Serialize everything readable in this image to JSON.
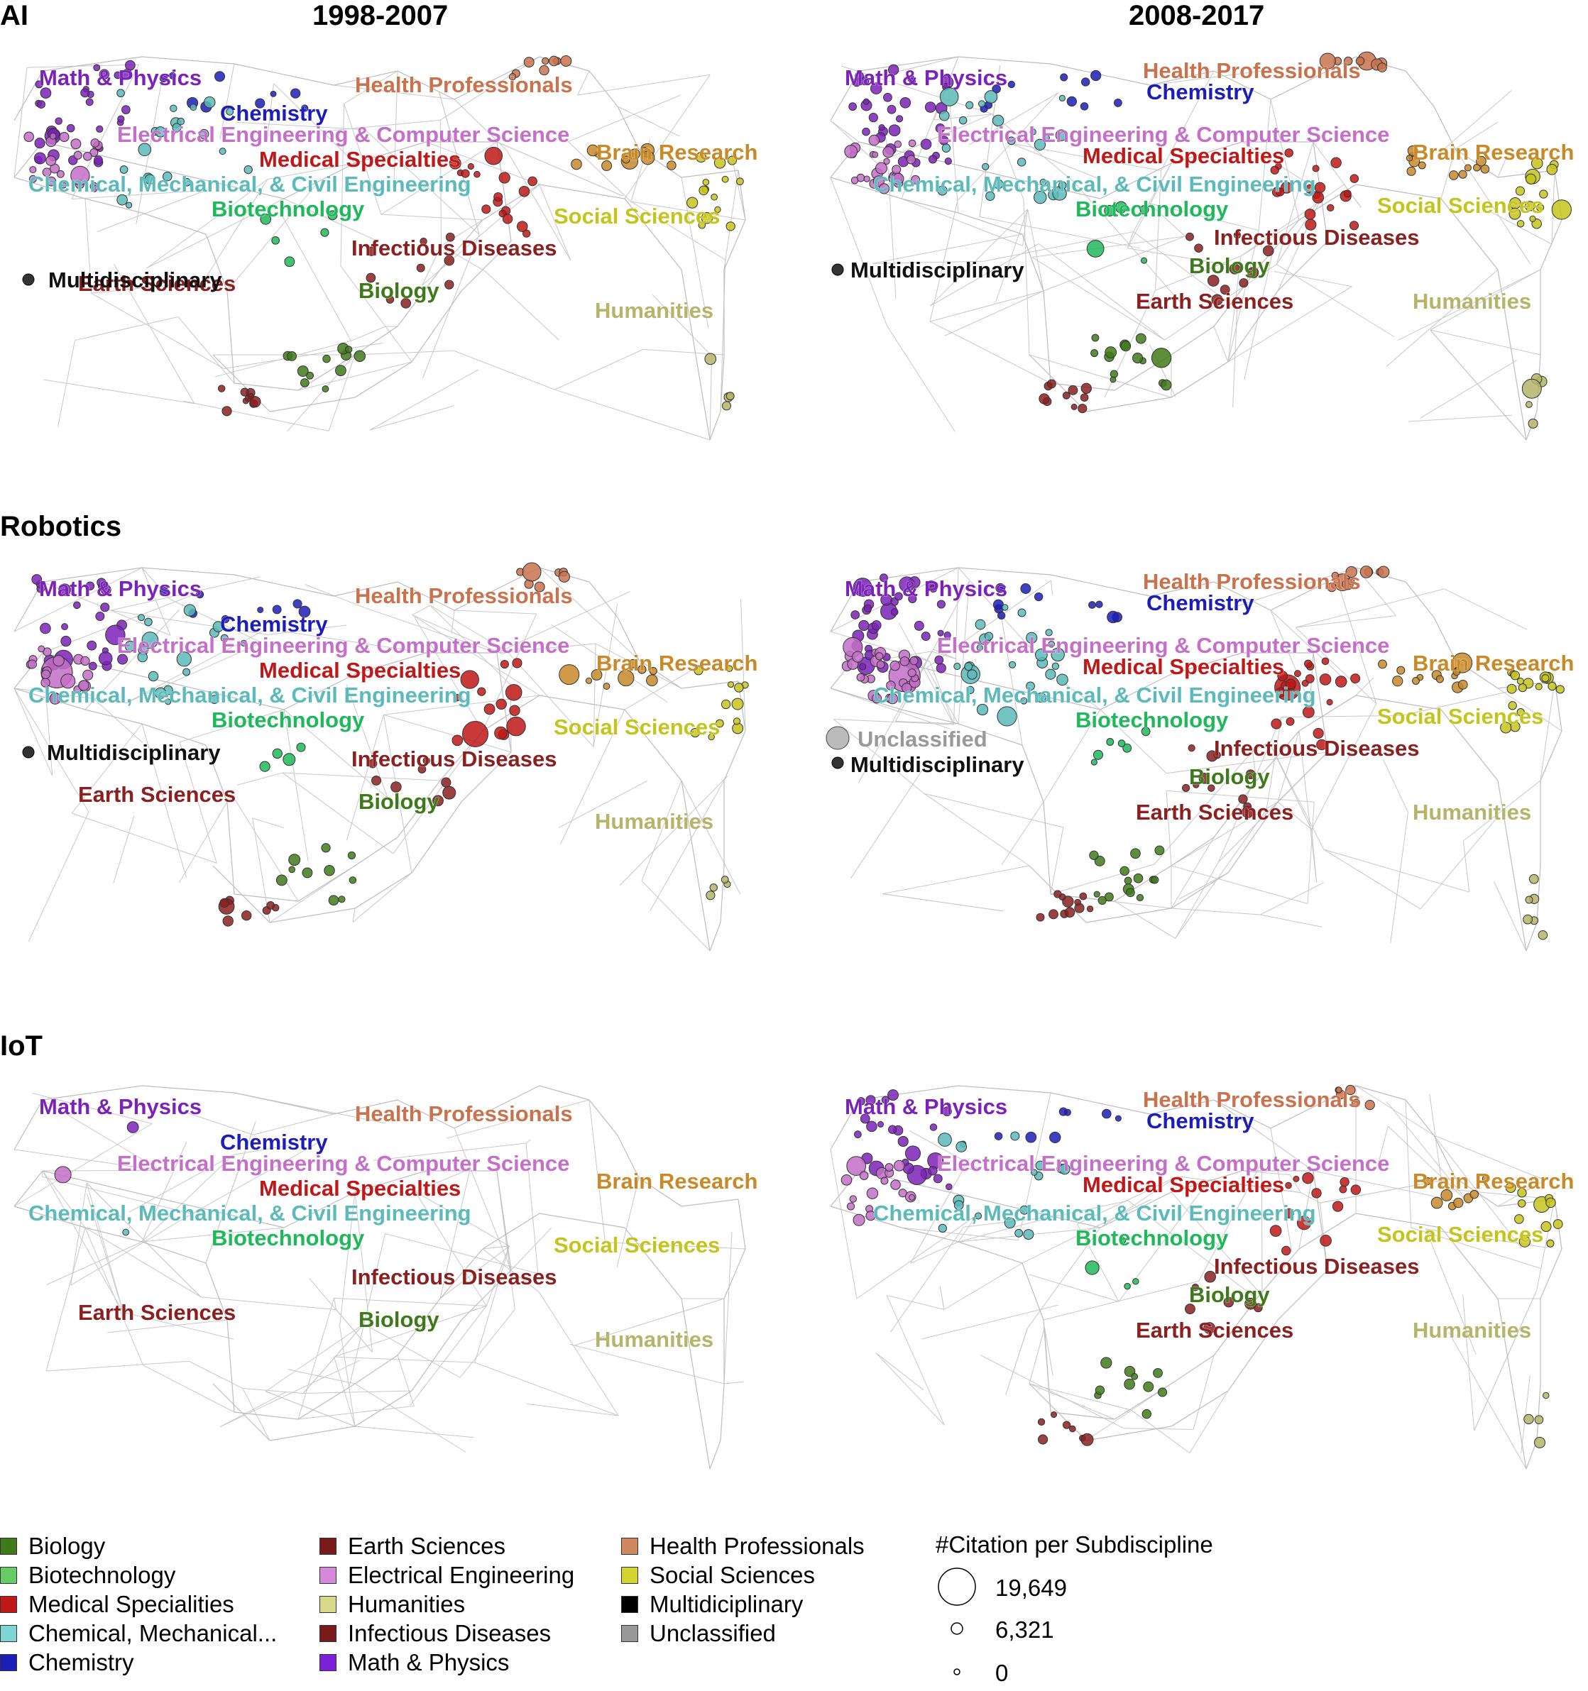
{
  "column_titles": [
    "1998-2007",
    "2008-2017"
  ],
  "row_titles": [
    "AI",
    "Robotics",
    "IoT"
  ],
  "colors": {
    "math": "#7b22b8",
    "chem": "#1d1db8",
    "health": "#c8734e",
    "eecs": "#c46fc8",
    "medical": "#c01818",
    "brain": "#c88a28",
    "cmce": "#5cbaba",
    "biotech": "#1fb85a",
    "social": "#c4c41c",
    "infect": "#8a2020",
    "earth": "#8a2020",
    "bio": "#3f7a1a",
    "human": "#b4b46a",
    "multi": "#111111",
    "unclass": "#888888"
  },
  "region_labels": {
    "math": "Math & Physics",
    "chem": "Chemistry",
    "health": "Health Professionals",
    "eecs": "Electrical Engineering & Computer Science",
    "medical": "Medical Specialties",
    "brain": "Brain Research",
    "cmce": "Chemical, Mechanical, & Civil Engineering",
    "biotech": "Biotechnology",
    "social": "Social Sciences",
    "infect": "Infectious Diseases",
    "earth": "Earth Sciences",
    "bio": "Biology",
    "human": "Humanities",
    "multi": "Multidisciplinary",
    "unclass": "Unclassified"
  },
  "legend": [
    {
      "label": "Biology",
      "color": "#3f7a1a"
    },
    {
      "label": "Biotechnology",
      "color": "#66cc66"
    },
    {
      "label": "Medical Specialities",
      "color": "#c01818"
    },
    {
      "label": "Chemical, Mechanical...",
      "color": "#7fd4d4"
    },
    {
      "label": "Chemistry",
      "color": "#1d1db8"
    },
    {
      "label": "Earth Sciences",
      "color": "#7a1a1a"
    },
    {
      "label": "Electrical Engineering",
      "color": "#d48ad8"
    },
    {
      "label": "Humanities",
      "color": "#d8d88a"
    },
    {
      "label": "Infectious Diseases",
      "color": "#7a1a1a"
    },
    {
      "label": "Math & Physics",
      "color": "#7b22d8"
    },
    {
      "label": "Health Professionals",
      "color": "#d08860"
    },
    {
      "label": "Social Sciences",
      "color": "#d4d430"
    },
    {
      "label": "Multidiciplinary",
      "color": "#000000"
    },
    {
      "label": "Unclassified",
      "color": "#999999"
    }
  ],
  "citation_legend": {
    "title": "#Citation per Subdiscipline",
    "values": [
      "19,649",
      "6,321",
      "0"
    ]
  },
  "panel_densities": [
    [
      0.75,
      0.85
    ],
    [
      0.65,
      0.95
    ],
    [
      0.02,
      0.6
    ]
  ]
}
